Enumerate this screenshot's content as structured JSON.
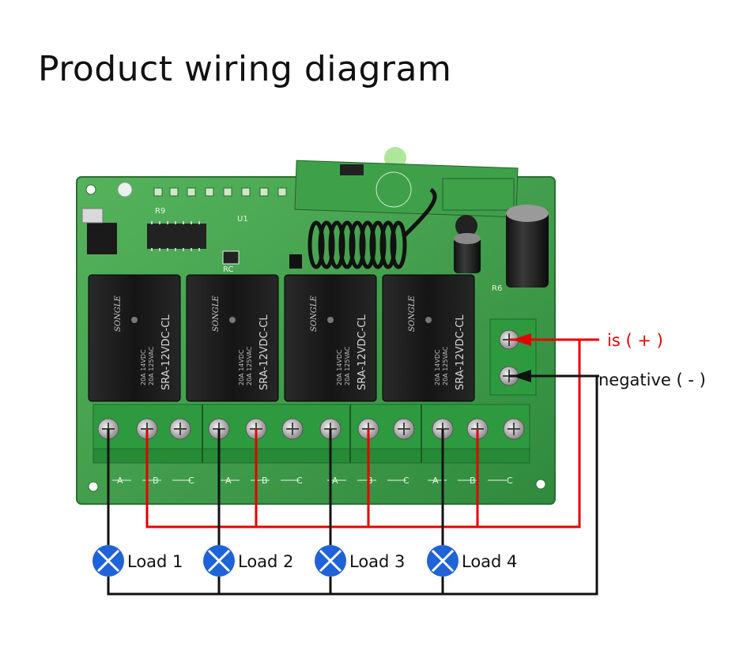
{
  "title": "Product wiring diagram",
  "power": {
    "positive_label": "is ( + )",
    "negative_label": "negative ( - )"
  },
  "loads": [
    {
      "label": "Load 1"
    },
    {
      "label": "Load 2"
    },
    {
      "label": "Load 3"
    },
    {
      "label": "Load 4"
    }
  ],
  "board": {
    "relay_model": "SRA-12VDC-CL",
    "relay_brand": "SONGLE",
    "relay_rating_1": "20A 14VDC",
    "relay_rating_2": "20A 125VAC",
    "terminal_letters": [
      "A",
      "B",
      "C"
    ],
    "silk_u1": "U1",
    "silk_r9": "R9",
    "silk_rc": "RC"
  },
  "colors": {
    "positive_wire": "#e60000",
    "negative_wire": "#111111",
    "pcb": "#3fa04a",
    "terminal": "#2e9a3f",
    "relay": "#1b1b1b",
    "lamp": "#1f63d8"
  }
}
